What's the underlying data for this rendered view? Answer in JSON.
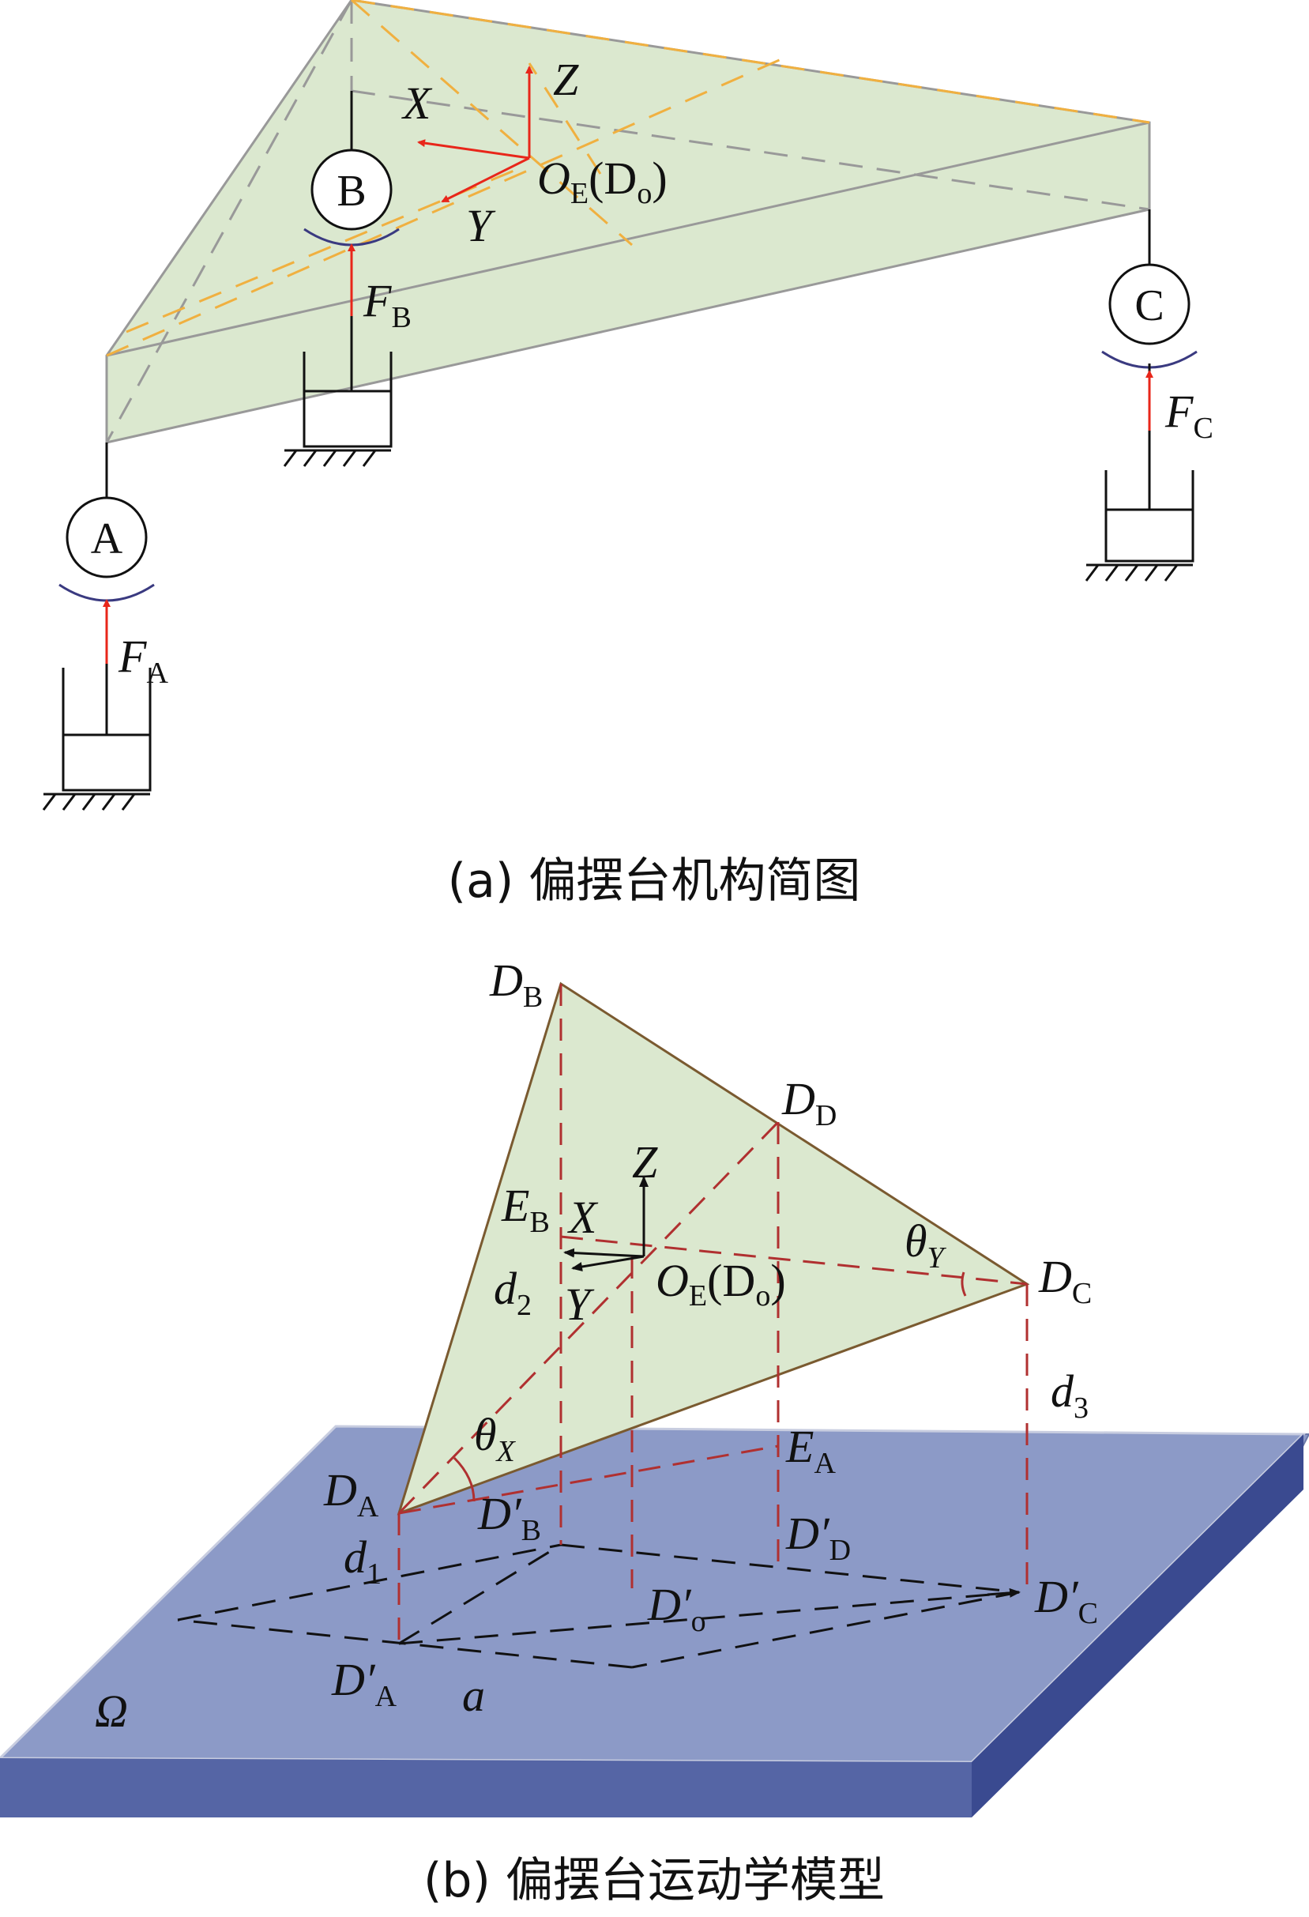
{
  "panel_a": {
    "caption": "(a) 偏摆台机构简图",
    "joint_a": "A",
    "joint_b": "B",
    "joint_c": "C",
    "force_a": {
      "main": "F",
      "sub": "A"
    },
    "force_b": {
      "main": "F",
      "sub": "B"
    },
    "force_c": {
      "main": "F",
      "sub": "C"
    },
    "axis_x": "X",
    "axis_y": "Y",
    "axis_z": "Z",
    "origin": {
      "main": "O",
      "sub": "E",
      "paren": "(D",
      "paren_sub": "o",
      "close": ")"
    }
  },
  "panel_b": {
    "caption": "(b) 偏摆台运动学模型",
    "d_b": {
      "main": "D",
      "sub": "B"
    },
    "d_d": {
      "main": "D",
      "sub": "D"
    },
    "d_c": {
      "main": "D",
      "sub": "C"
    },
    "d_a": {
      "main": "D",
      "sub": "A"
    },
    "e_b": {
      "main": "E",
      "sub": "B"
    },
    "e_a": {
      "main": "E",
      "sub": "A"
    },
    "axis_x": "X",
    "axis_y": "Y",
    "axis_z": "Z",
    "origin": {
      "main": "O",
      "sub": "E",
      "paren": "(D",
      "paren_sub": "o",
      "close": ")"
    },
    "d2": {
      "main": "d",
      "sub": "2"
    },
    "d3": {
      "main": "d",
      "sub": "3"
    },
    "d1": {
      "main": "d",
      "sub": "1"
    },
    "theta_x": {
      "main": "θ",
      "sub": "X"
    },
    "theta_y": {
      "main": "θ",
      "sub": "Y"
    },
    "dp_b": {
      "main": "D′",
      "sub": "B"
    },
    "dp_d": {
      "main": "D′",
      "sub": "D"
    },
    "dp_o": {
      "main": "D′",
      "sub": "o"
    },
    "dp_c": {
      "main": "D′",
      "sub": "C"
    },
    "dp_a": {
      "main": "D′",
      "sub": "A"
    },
    "a_label": "a",
    "omega": "Ω"
  },
  "colors": {
    "platform_fill": "#dbe8cf",
    "ground_top": "#8c9ac7",
    "ground_side": "#5565a5",
    "force_arrow": "#e8261a",
    "dashed_red": "#b03030",
    "dashed_orange": "#f0b040",
    "edge_brown": "#7a5a30"
  }
}
